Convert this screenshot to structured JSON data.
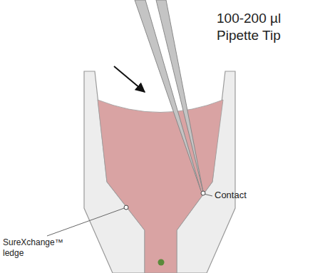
{
  "diagram": {
    "labels": [
      "100-200 µl Pipette Tip",
      "Contact",
      "SureXchange™ ledge"
    ]
  }
}
